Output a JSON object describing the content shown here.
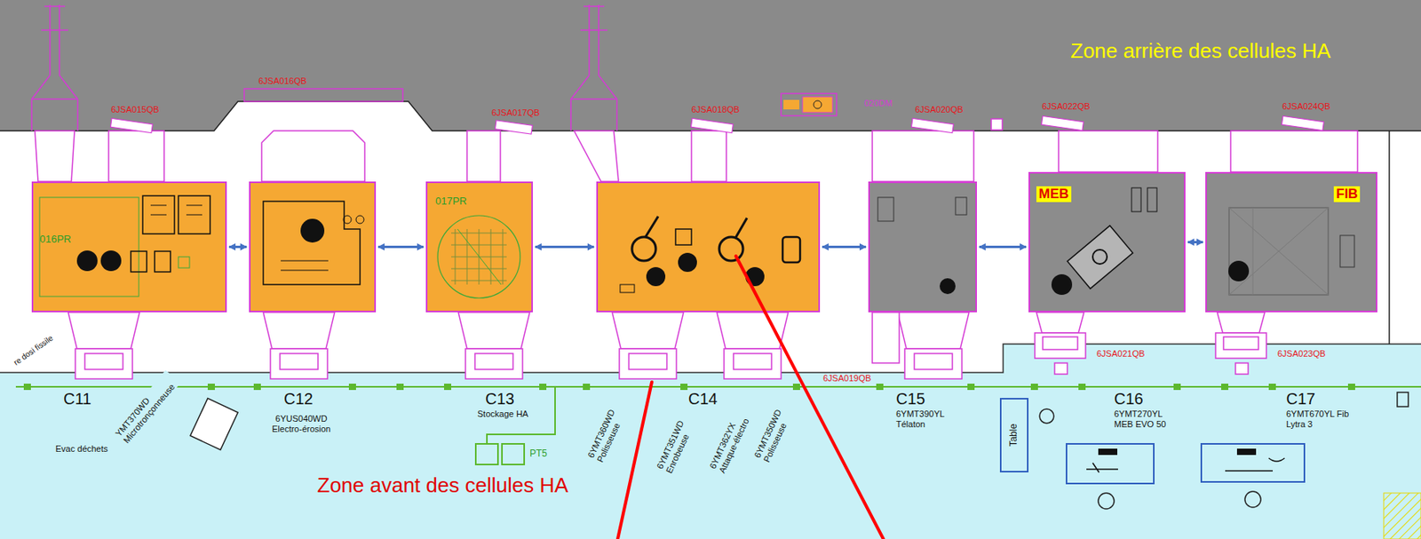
{
  "diagram": {
    "nodes": [
      {
        "text": [
          "C11",
          "016PR"
        ]
      },
      {
        "text": [
          "C12"
        ]
      },
      {
        "text": [
          "C13",
          "017PR"
        ]
      },
      {
        "text": [
          "C14"
        ]
      },
      {
        "text": [
          "C15"
        ]
      },
      {
        "text": [
          "C16",
          "MEB"
        ]
      },
      {
        "text": [
          "C17",
          "FIB"
        ]
      }
    ],
    "edges": [
      {
        "from": 0,
        "to": 1,
        "arrow": "both"
      },
      {
        "from": 1,
        "to": 2,
        "arrow": "both"
      },
      {
        "from": 2,
        "to": 3,
        "arrow": "both"
      },
      {
        "from": 3,
        "to": 4,
        "arrow": "both"
      },
      {
        "from": 4,
        "to": 5,
        "arrow": "both"
      },
      {
        "from": 5,
        "to": 6,
        "arrow": "both"
      }
    ],
    "labels": [
      "Zone arrière des cellules HA",
      "6JSA015QB",
      "6JSA016QB",
      "6JSA017QB",
      "6JSA018QB",
      "020DM",
      "6JSA020QB",
      "6JSA022QB",
      "6JSA024QB",
      "re dosi fissile",
      "YMT370WD Microtronçonneuse",
      "Evac déchets",
      "6YUS040WD Electro-érosion",
      "Stockage HA",
      "6YMT360WD Polisseuse",
      "6YMT351WD Enrobeuse",
      "6YMT362YX Attaque-électro",
      "6YMT350WD Polisseuse",
      "6YMT390YL Télaton",
      "6JSA019QB",
      "PT5",
      "6JSA021QB",
      "6JSA023QB",
      "6YMT270YL MEB EVO 50",
      "Table",
      "6YMT670YL Fib Lytra 3",
      "Zone avant des cellules HA"
    ]
  }
}
